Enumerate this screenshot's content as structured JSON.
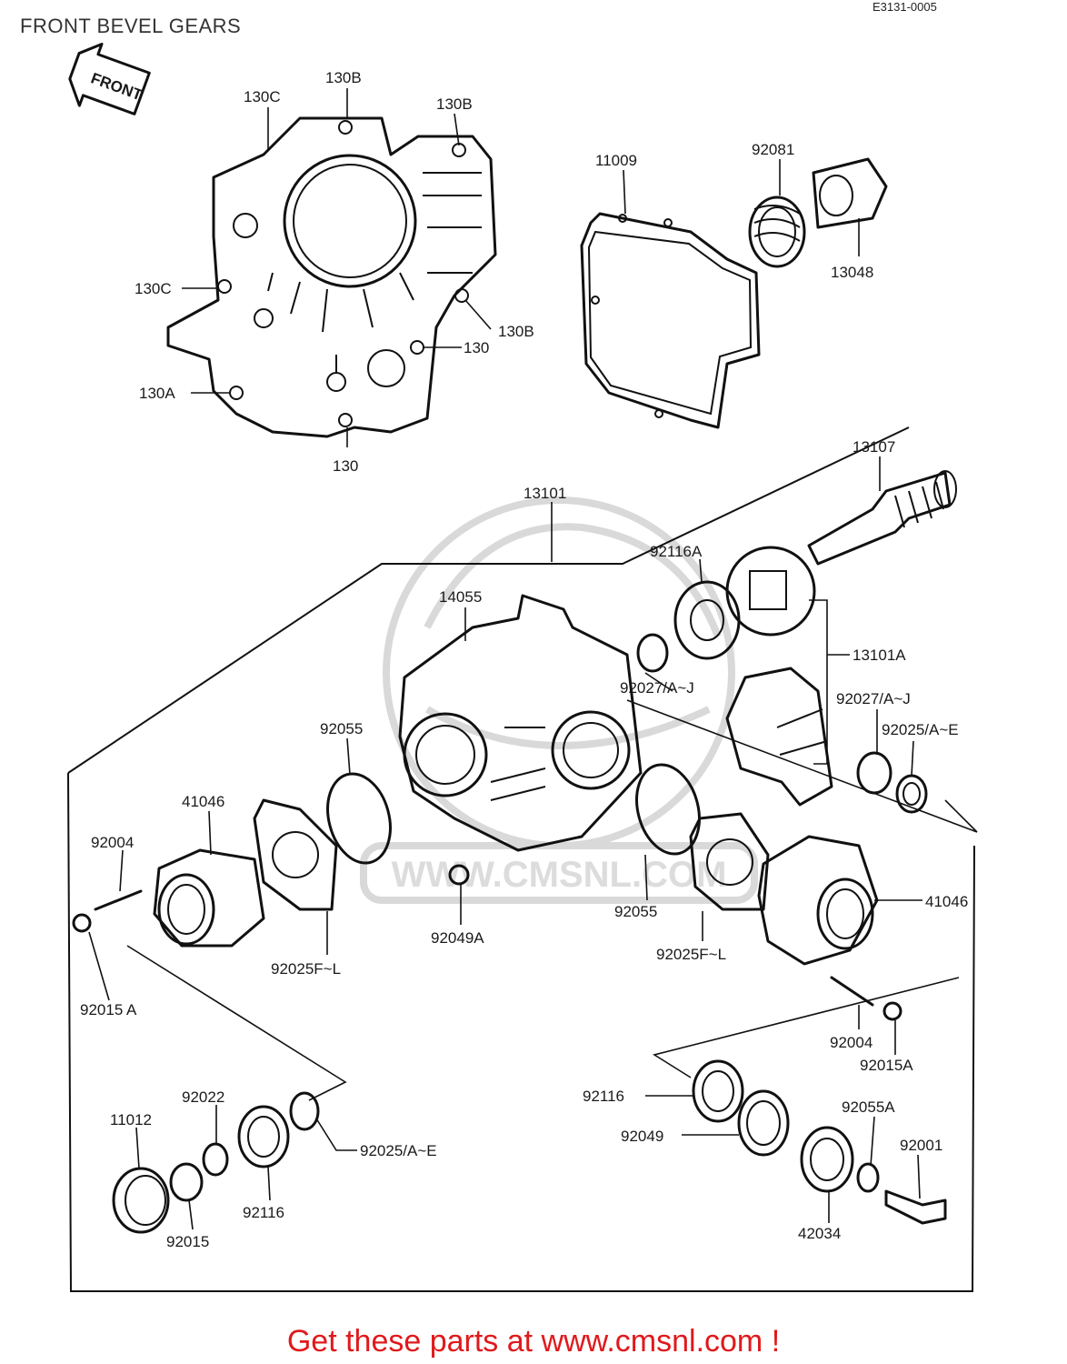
{
  "header": {
    "title": "FRONT BEVEL GEARS",
    "drawing_code": "E3131-0005"
  },
  "front_arrow": {
    "label": "FRONT"
  },
  "watermark": {
    "text": "WWW.CMSNL.COM"
  },
  "parts": {
    "p130c_top": "130C",
    "p130b_top": "130B",
    "p130b_right": "130B",
    "p130c_left": "130C",
    "p130b_lower": "130B",
    "p130_mid": "130",
    "p130a": "130A",
    "p130_bottom": "130",
    "p11009": "11009",
    "p92081": "92081",
    "p13048": "13048",
    "p13107": "13107",
    "p13101": "13101",
    "p92116a": "92116A",
    "p14055": "14055",
    "p13101a": "13101A",
    "p92027_left": "92027/A~J",
    "p92027_right": "92027/A~J",
    "p92025_ae_right": "92025/A~E",
    "p92055_left": "92055",
    "p41046_left": "41046",
    "p92004_left": "92004",
    "p92025fl_left": "92025F~L",
    "p92015a_left": "92015 A",
    "p92049a": "92049A",
    "p92055_right": "92055",
    "p92025fl_right": "92025F~L",
    "p41046_right": "41046",
    "p92004_right": "92004",
    "p92015a_right": "92015A",
    "p11012": "11012",
    "p92022": "92022",
    "p92025_ae_bottom": "92025/A~E",
    "p92116_left": "92116",
    "p92015": "92015",
    "p92116_right": "92116",
    "p92049": "92049",
    "p92055a": "92055A",
    "p92001": "92001",
    "p42034": "42034"
  },
  "footer": {
    "cta": "Get these parts at www.cmsnl.com !"
  },
  "colors": {
    "cta": "#e0191c",
    "ink": "#111111",
    "watermark": "#d9d9d9"
  }
}
